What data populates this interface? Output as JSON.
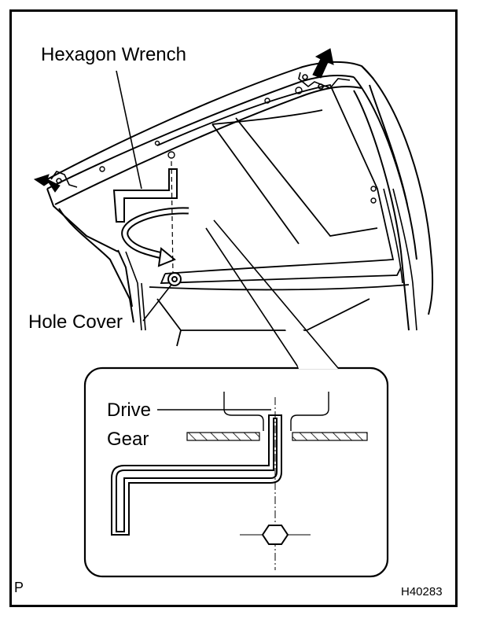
{
  "labels": {
    "hexagon_wrench": "Hexagon Wrench",
    "hole_cover": "Hole Cover",
    "drive": "Drive",
    "gear": "Gear",
    "corner_letter": "P",
    "figure_code": "H40283"
  },
  "colors": {
    "line": "#000000",
    "background": "#ffffff"
  },
  "icons": {
    "rotation_arrow": "curved-rotation-arrow-icon",
    "lift_arrows": "up-arrow-icon",
    "bolt_head": "hexagon-bolt-icon"
  }
}
